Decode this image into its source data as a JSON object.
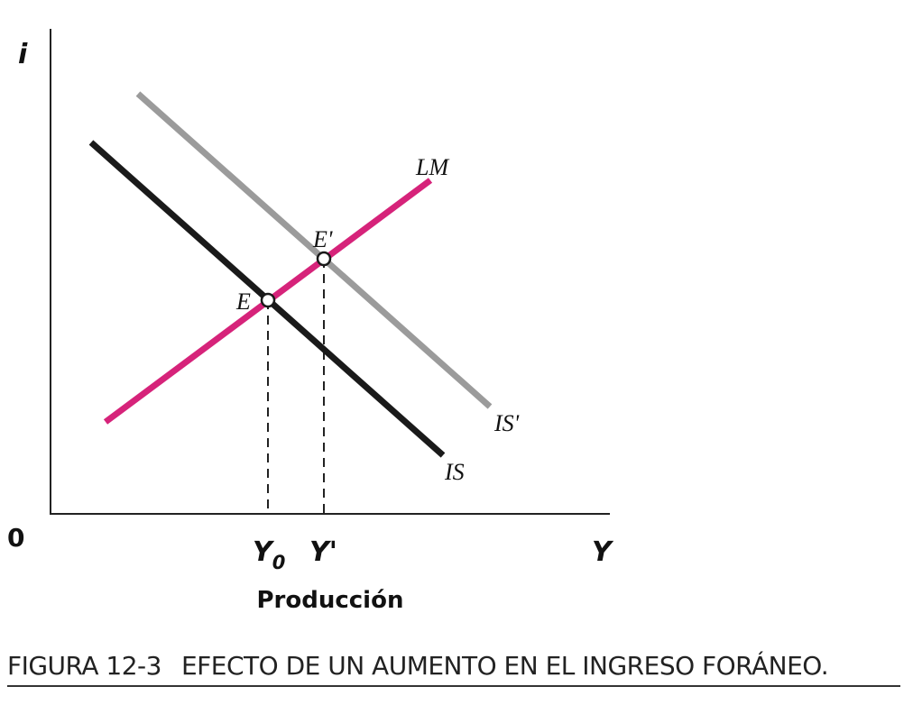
{
  "axes": {
    "y_label": "i",
    "x_label": "Y",
    "origin_label": "0",
    "x_title": "Producción"
  },
  "curves": {
    "lm_label": "LM",
    "is_label": "IS",
    "is_prime_label": "IS'"
  },
  "points": {
    "e_label": "E",
    "e_prime_label": "E'"
  },
  "ticks": {
    "y0_main": "Y",
    "y0_sub": "0",
    "y_prime": "Y'"
  },
  "caption": {
    "figure_number": "FIGURA 12-3",
    "title": "EFECTO DE UN AUMENTO EN EL INGRESO FORÁNEO."
  },
  "colors": {
    "lm": "#d6237a",
    "is": "#1a1a1a",
    "is_prime": "#9b9b9b"
  }
}
